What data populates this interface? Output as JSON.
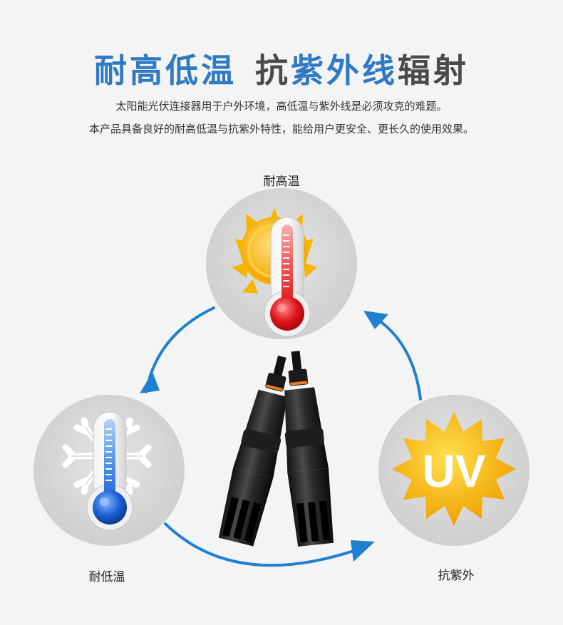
{
  "header": {
    "title_blue": "耐高低温",
    "title_part2_gray": "抗",
    "title_part2_blue": "紫外线",
    "title_part2_tail": "辐射",
    "desc_line1": "太阳能光伏连接器用于户外环境，高低温与紫外线是必须攻克的难题。",
    "desc_line2": "本产品具备良好的耐高低温与抗紫外特性，能给用户更安全、更长久的使用效果。"
  },
  "features": {
    "high_temp_label": "耐高温",
    "low_temp_label": "耐低温",
    "uv_label": "抗紫外",
    "uv_badge_text": "UV"
  },
  "colors": {
    "accent_blue": "#2f7ac2",
    "arrow_blue": "#1f7fd0",
    "circle_gray": "#d6d6d6",
    "sun_yellow": "#f7b500",
    "thermo_red": "#e0141b",
    "thermo_blue": "#1d5fd6"
  },
  "icons": [
    "sun-icon",
    "thermometer-hot-icon",
    "snowflake-icon",
    "thermometer-cold-icon",
    "uv-sun-icon",
    "connector-pair"
  ]
}
